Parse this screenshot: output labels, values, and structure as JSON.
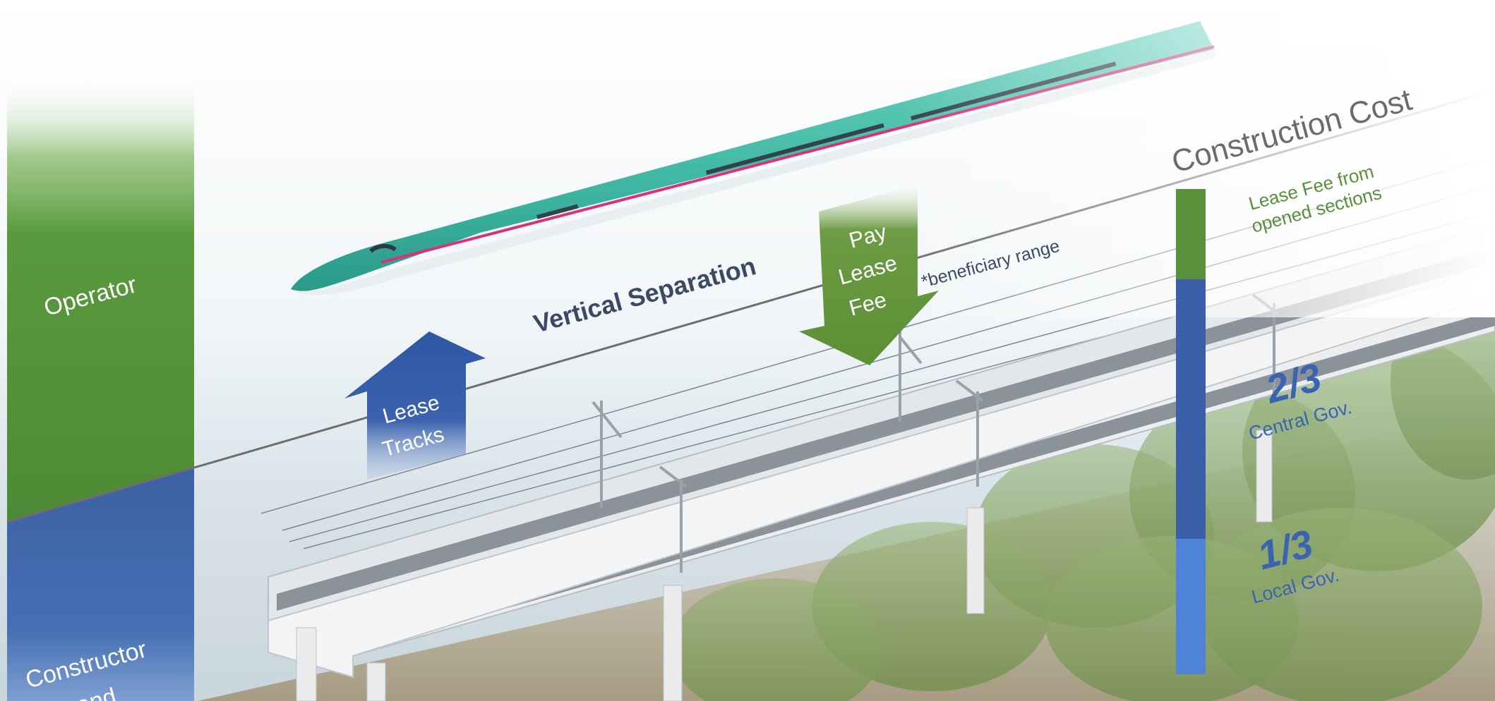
{
  "side_labels": {
    "operator": "Operator",
    "constructor_line1": "Constructor",
    "constructor_line2": "and"
  },
  "arrows": {
    "lease_tracks_line1": "Lease",
    "lease_tracks_line2": "Tracks",
    "pay_lease_fee_line1": "Pay",
    "pay_lease_fee_line2": "Lease",
    "pay_lease_fee_line3": "Fee"
  },
  "labels": {
    "vertical_separation": "Vertical Separation",
    "beneficiary_range": "*beneficiary range",
    "construction_cost": "Construction Cost",
    "lease_fee_line1": "Lease Fee from",
    "lease_fee_line2": "opened sections",
    "central_fraction": "2/3",
    "central_label": "Central Gov.",
    "local_fraction": "1/3",
    "local_label": "Local Gov."
  },
  "cost_breakdown": [
    {
      "name": "Lease Fee from opened sections",
      "color": "#5a8f3c"
    },
    {
      "name": "Central Gov.",
      "fraction": "2/3",
      "color": "#3a5fa8"
    },
    {
      "name": "Local Gov.",
      "fraction": "1/3",
      "color": "#4f83d6"
    }
  ],
  "colors": {
    "operator_green": "#5a9a3e",
    "constructor_blue": "#3d5fa3",
    "train_teal": "#3fb7a3",
    "train_stripe": "#d8327a",
    "arrow_blue": "#2f56a3",
    "arrow_green": "#5c8f35",
    "text_dark": "#3a4a63",
    "text_green": "#5a8f3c",
    "text_blue": "#3a64b0"
  },
  "icons": [
    "train-icon",
    "viaduct-icon",
    "catenary-pole-icon"
  ]
}
